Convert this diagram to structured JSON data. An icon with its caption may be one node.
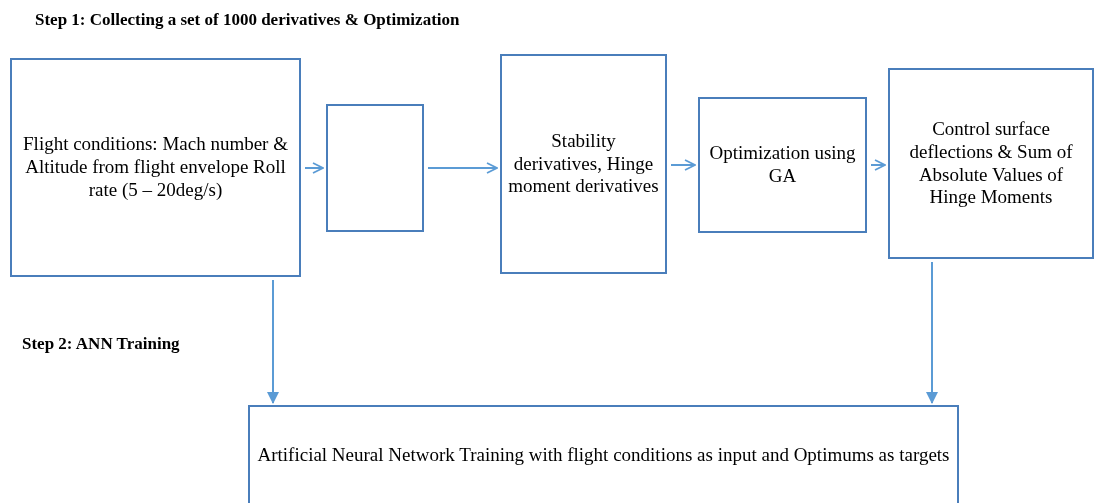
{
  "diagram": {
    "title": "Step 1: Collecting a set of 1000 derivatives & Optimization",
    "nodes": [
      {
        "text": [
          "Flight conditions: Mach number & Altitude from flight envelope Roll rate (5 – 20deg/s)"
        ]
      },
      {
        "text": [],
        "shape": "box"
      },
      {
        "text": [
          "Stability derivatives, Hinge moment derivatives"
        ]
      },
      {
        "text": [
          "Optimization using GA"
        ]
      },
      {
        "text": [
          "Control surface deflections & Sum of Absolute Values of Hinge Moments"
        ]
      },
      {
        "text": [
          "Artificial Neural Network Training with flight conditions as input and Optimums as targets"
        ]
      }
    ],
    "edges": [
      {
        "from": 0,
        "to": 1,
        "arrow": "to"
      },
      {
        "from": 1,
        "to": 2,
        "arrow": "to"
      },
      {
        "from": 2,
        "to": 3,
        "arrow": "to"
      },
      {
        "from": 3,
        "to": 4,
        "arrow": "to"
      },
      {
        "from": 0,
        "to": 5,
        "arrow": "to"
      },
      {
        "from": 4,
        "to": 5,
        "arrow": "to"
      }
    ],
    "labels": [
      "Step 2: ANN Training"
    ]
  }
}
